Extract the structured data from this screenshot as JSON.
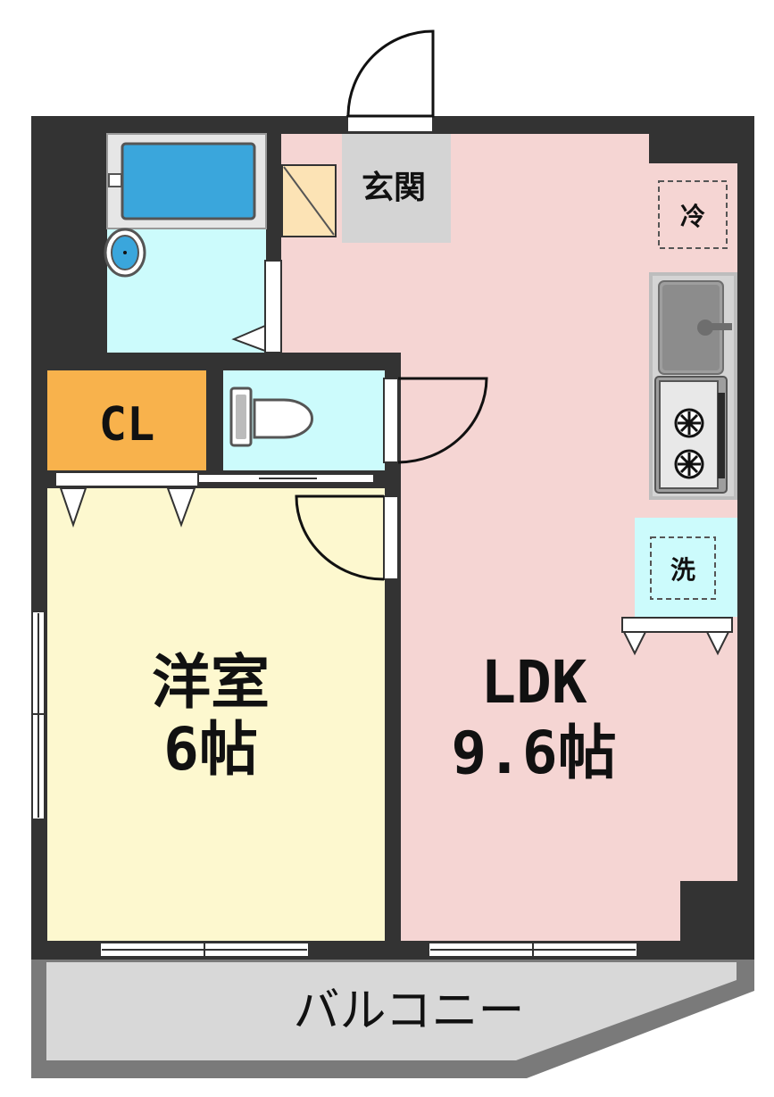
{
  "floorplan": {
    "rooms": {
      "entrance": "玄関",
      "closet": "CL",
      "western_room": {
        "name": "洋室",
        "size": "6帖"
      },
      "ldk": {
        "name": "LDK",
        "size": "9.6帖"
      },
      "balcony": "バルコニー"
    },
    "fixtures": {
      "fridge": "冷",
      "washer": "洗"
    }
  },
  "colors": {
    "wall": "#333333",
    "ldk_floor": "#f5d5d3",
    "western_floor": "#fdf8cf",
    "water_area": "#ccfbfc",
    "closet": "#f8b24c",
    "entrance_floor": "#d4d4d4",
    "balcony": "#d8d8d8",
    "balcony_edge": "#7a7a7a",
    "shoe_box": "#fce3b5"
  }
}
